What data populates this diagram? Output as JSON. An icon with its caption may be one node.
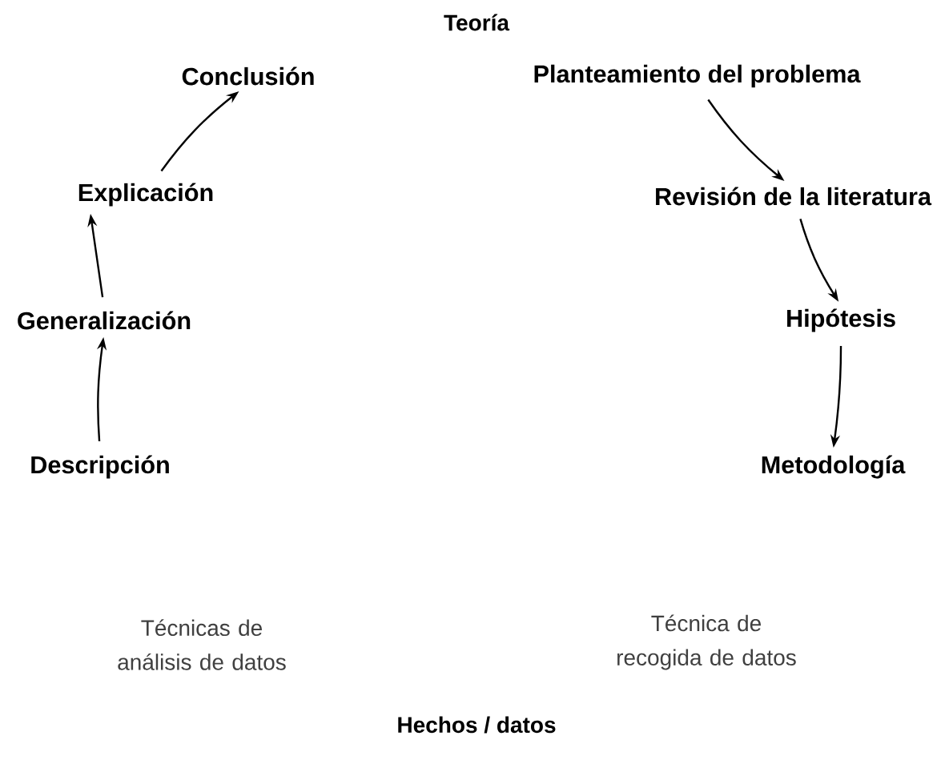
{
  "diagram": {
    "nodes": [
      {
        "text": [
          "Conclusión"
        ]
      },
      {
        "text": [
          "Planteamiento del problema"
        ]
      },
      {
        "text": [
          "Explicación"
        ]
      },
      {
        "text": [
          "Revisión de la literatura"
        ]
      },
      {
        "text": [
          "Generalización"
        ]
      },
      {
        "text": [
          "Hipótesis"
        ]
      },
      {
        "text": [
          "Descripción"
        ]
      },
      {
        "text": [
          "Metodología"
        ]
      }
    ],
    "edges": [
      {
        "from": 6,
        "to": 4,
        "arrow": "to"
      },
      {
        "from": 4,
        "to": 2,
        "arrow": "to"
      },
      {
        "from": 2,
        "to": 0,
        "arrow": "to"
      },
      {
        "from": 1,
        "to": 3,
        "arrow": "to"
      },
      {
        "from": 3,
        "to": 5,
        "arrow": "to"
      },
      {
        "from": 5,
        "to": 7,
        "arrow": "to"
      }
    ],
    "labels": [
      "Teoría",
      "Técnicas de análisis de datos",
      "Técnica de recogida de datos",
      "Hechos / datos"
    ]
  }
}
